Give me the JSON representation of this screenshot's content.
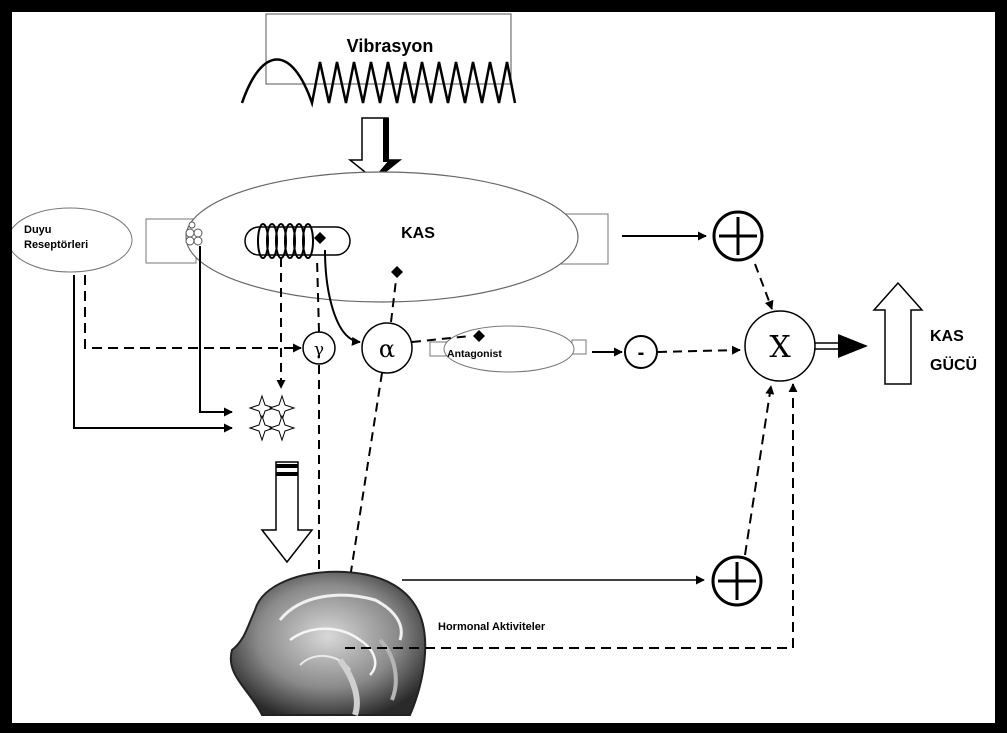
{
  "labels": {
    "vibration": "Vibrasyon",
    "muscle": "KAS",
    "receptors_line1": "Duyu",
    "receptors_line2": "Reseptörleri",
    "gamma": "γ",
    "alpha": "α",
    "antagonist": "Antagonist",
    "minus": "-",
    "product": "X",
    "output_line1": "KAS",
    "output_line2": "GÜCÜ",
    "hormonal": "Hormonal Aktiviteler"
  }
}
